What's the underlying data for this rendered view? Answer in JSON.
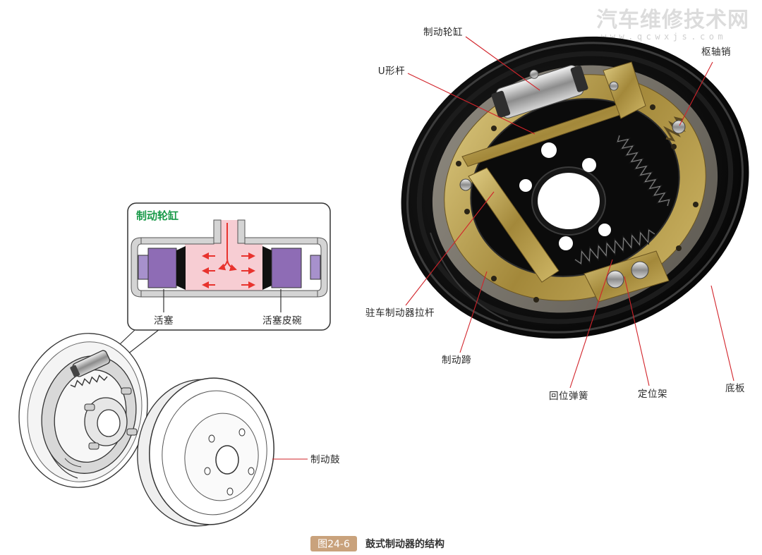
{
  "watermark": {
    "title": "汽车维修技术网",
    "url": "www.qcwxjs.com"
  },
  "labels": {
    "wheel_cylinder": "制动轮缸",
    "u_lever": "U形杆",
    "pivot_pin": "枢轴销",
    "parking_lever": "驻车制动器拉杆",
    "brake_shoe": "制动蹄",
    "return_spring": "回位弹簧",
    "locator": "定位架",
    "backing_plate": "底板",
    "brake_drum": "制动鼓"
  },
  "inset": {
    "title": "制动轮缸",
    "piston": "活塞",
    "piston_cup": "活塞皮碗"
  },
  "caption": {
    "number": "图24-6",
    "text": "鼓式制动器的结构"
  },
  "colors": {
    "inset_title": "#1a9a4a",
    "caption_badge": "#c9a27c",
    "leader": "#d2232a",
    "piston": "#8e6cb5",
    "piston_cup": "#111111",
    "brake_fluid": "#f7cdd3",
    "pressure_arrow": "#e8332e"
  }
}
